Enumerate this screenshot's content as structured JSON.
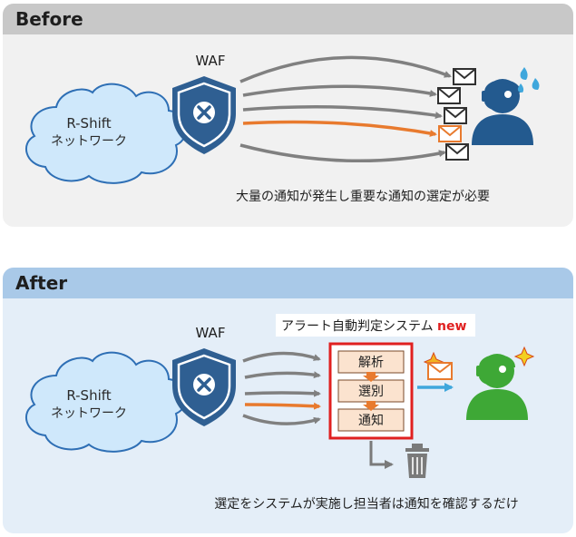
{
  "before": {
    "header": "Before",
    "cloud_line1": "R-Shift",
    "cloud_line2": "ネットワーク",
    "waf_label": "WAF",
    "caption": "大量の通知が発生し重要な通知の選定が必要"
  },
  "after": {
    "header": "After",
    "cloud_line1": "R-Shift",
    "cloud_line2": "ネットワーク",
    "waf_label": "WAF",
    "system_label": "アラート自動判定システム",
    "new_badge": "new",
    "steps": [
      "解析",
      "選別",
      "通知"
    ],
    "caption": "選定をシステムが実施し担当者は通知を確認するだけ"
  },
  "colors": {
    "cloud_fill": "#cfe8fb",
    "cloud_stroke": "#2e6fb5",
    "shield": "#2f5f92",
    "arrow_gray": "#808080",
    "arrow_orange": "#e87a2e",
    "arrow_blue": "#3fa7dc",
    "person_before": "#235a8f",
    "person_after": "#3ea836",
    "system_border": "#e02020",
    "step_fill": "#fbe3cf",
    "new_text": "#e02020",
    "trash": "#7a7a7a"
  }
}
